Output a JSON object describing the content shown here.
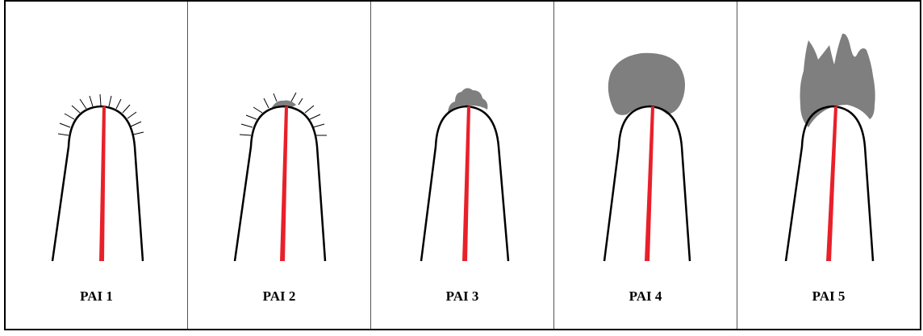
{
  "panels": [
    {
      "label": "PAI 1",
      "stage": 1
    },
    {
      "label": "PAI 2",
      "stage": 2
    },
    {
      "label": "PAI 3",
      "stage": 3
    },
    {
      "label": "PAI 4",
      "stage": 4
    },
    {
      "label": "PAI 5",
      "stage": 5
    }
  ],
  "colors": {
    "root_outline": "#000000",
    "canal": "#e8202a",
    "lesion": "#7f7f7f"
  }
}
